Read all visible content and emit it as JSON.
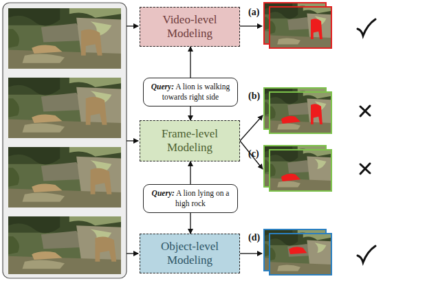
{
  "diagram": {
    "nodes": [
      {
        "text": [
          "Video-level Modeling"
        ]
      },
      {
        "text": [
          "Query:",
          "A lion is walking towards right side"
        ]
      },
      {
        "text": [
          "Frame-level Modeling"
        ]
      },
      {
        "text": [
          "Query:",
          "A lion lying on a high rock"
        ]
      },
      {
        "text": [
          "Object-level Modeling"
        ]
      }
    ],
    "edges": [
      {
        "from": 1,
        "to": 0,
        "arrow": "to"
      },
      {
        "from": 1,
        "to": 2,
        "arrow": "to"
      },
      {
        "from": 3,
        "to": 2,
        "arrow": "to"
      },
      {
        "from": 3,
        "to": 4,
        "arrow": "to"
      }
    ],
    "labels": [
      "(a)",
      "(b)",
      "(c)",
      "(d)"
    ]
  }
}
